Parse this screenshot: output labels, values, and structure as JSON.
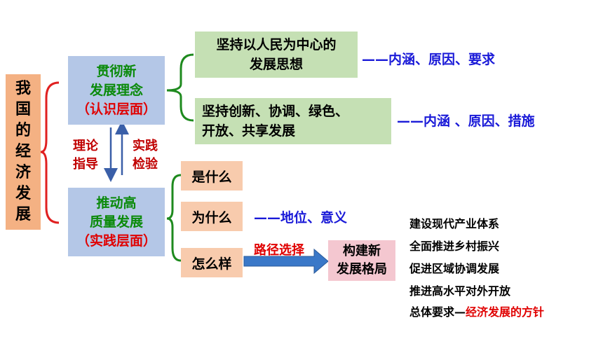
{
  "root": {
    "chars": [
      "我",
      "国",
      "的",
      "经",
      "济",
      "发",
      "展"
    ]
  },
  "concept": {
    "line1": "贯彻新",
    "line2": "发展理念",
    "line3": "（认识层面）"
  },
  "quality": {
    "line1": "推动高",
    "line2": "质量发展",
    "line3": "（实践层面）"
  },
  "theory": {
    "line1": "理论",
    "line2": "指导"
  },
  "practice": {
    "line1": "实践",
    "line2": "检验"
  },
  "people_box": {
    "line1": "坚持以人民为中心的",
    "line2": "发展思想"
  },
  "people_note": "——内涵、原因、要求",
  "five_box": {
    "line1": "坚持创新、协调、绿色、",
    "line2": "开放、共享发展"
  },
  "five_note": "——内涵 、原因、措施",
  "what": "是什么",
  "why": "为什么",
  "why_note": "——地位、意义",
  "how": "怎么样",
  "path_label": "路径选择",
  "build": {
    "line1": "构建新",
    "line2": "发展格局"
  },
  "measures": [
    "建设现代产业体系",
    "全面推进乡村振兴",
    "促进区域协调发展",
    "推进高水平对外开放"
  ],
  "overall": {
    "prefix": "总体要求—",
    "highlight": "经济发展的方针"
  },
  "colors": {
    "root": "#f4b183",
    "concept": "#b4c7e7",
    "green_box": "#c5e0b4",
    "orange_box": "#f8cbad",
    "pink_box": "#f4c7d0",
    "bracket": "#1e8a1e",
    "blue_text": "#1a1ad8",
    "red_text": "#e00000"
  }
}
